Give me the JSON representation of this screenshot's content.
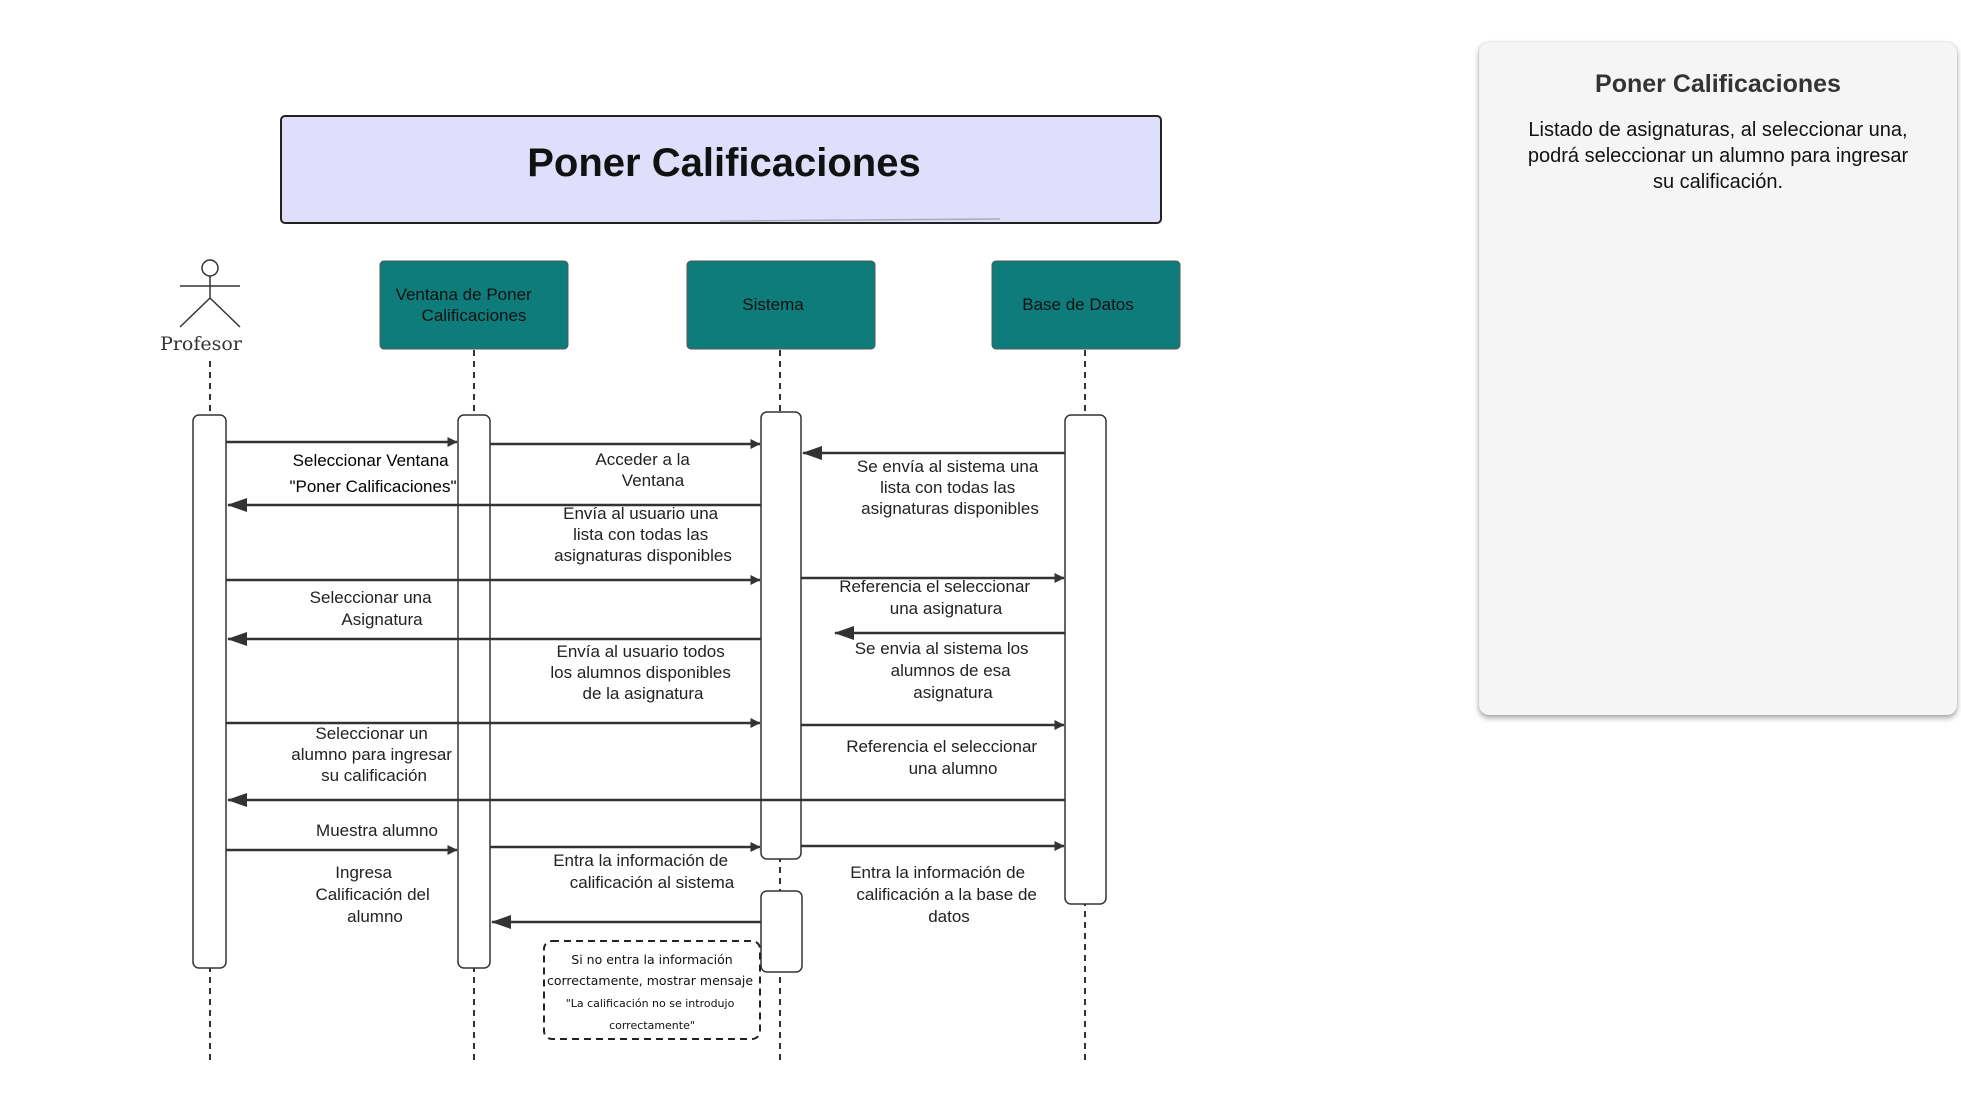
{
  "diagram": {
    "title": "Poner Calificaciones",
    "actor": {
      "label": "Profesor"
    },
    "participants": {
      "ventana": [
        "Ventana de Poner",
        "Calificaciones"
      ],
      "sistema": [
        "Sistema"
      ],
      "bd": [
        "Base de Datos"
      ]
    },
    "messages": {
      "m1": [
        "Seleccionar Ventana",
        "\"Poner Calificaciones\""
      ],
      "m2": [
        "Acceder a la",
        "Ventana"
      ],
      "m3": [
        "Se envía al sistema una",
        "lista con todas las",
        "asignaturas disponibles"
      ],
      "m4": [
        "Envía al usuario una",
        "lista con todas las",
        "asignaturas disponibles"
      ],
      "m5": [
        "Seleccionar una",
        "Asignatura"
      ],
      "m6": [
        "Referencia el seleccionar",
        "una asignatura"
      ],
      "m7": [
        "Se envia al sistema los",
        "alumnos de esa",
        "asignatura"
      ],
      "m8": [
        "Envía al usuario todos",
        "los alumnos disponibles",
        "de la asignatura"
      ],
      "m9": [
        "Seleccionar un",
        "alumno para ingresar",
        "su calificación"
      ],
      "m10": [
        "Referencia el seleccionar",
        "una alumno"
      ],
      "m11": [
        "Muestra alumno"
      ],
      "m12": [
        "Ingresa",
        "Calificación del",
        "alumno"
      ],
      "m13": [
        "Entra la información de",
        "calificación al sistema"
      ],
      "m14": [
        "Entra la información de",
        "calificación a la base de",
        "datos"
      ]
    },
    "note": [
      "Si no entra la información",
      "correctamente, mostrar mensaje",
      "\"La calificación no se introdujo",
      "correctamente\""
    ]
  },
  "panel": {
    "title": "Poner Calificaciones",
    "description": "Listado de asignaturas, al seleccionar una, podrá seleccionar un alumno para ingresar su calificación."
  },
  "colors": {
    "title_fill": "#dfdffc",
    "participant_fill": "#0e7c7b"
  }
}
